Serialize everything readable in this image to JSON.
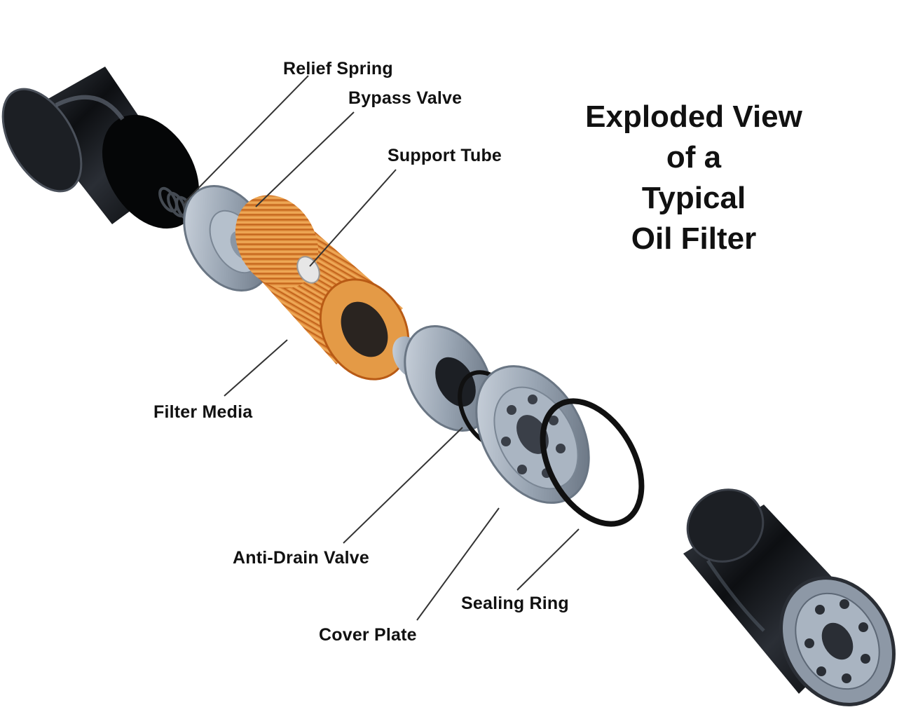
{
  "title": {
    "line1": "Exploded View",
    "line2": "of a",
    "line3": "Typical",
    "line4": "Oil Filter"
  },
  "labels": {
    "relief_spring": "Relief Spring",
    "bypass_valve": "Bypass Valve",
    "support_tube": "Support Tube",
    "filter_media": "Filter Media",
    "anti_drain_valve": "Anti-Drain Valve",
    "cover_plate": "Cover Plate",
    "sealing_ring": "Sealing Ring"
  },
  "colors": {
    "canister": "#14161a",
    "filter_media": "#e8963a",
    "metal": "#9aa6b4",
    "ring": "#101010",
    "leader_line": "#333333"
  }
}
